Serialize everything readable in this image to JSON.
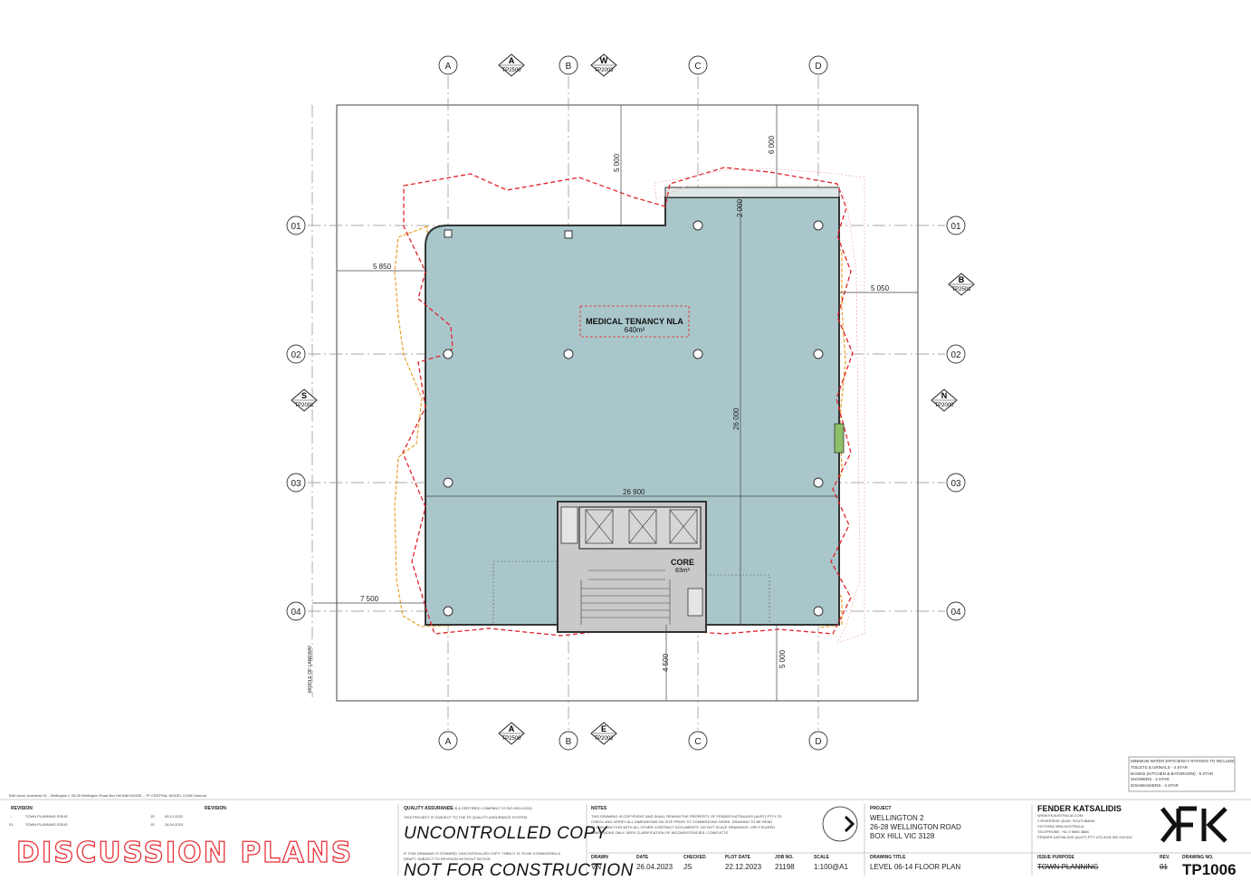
{
  "grid": {
    "columns": [
      "A",
      "B",
      "C",
      "D"
    ],
    "rows": [
      "01",
      "02",
      "03",
      "04"
    ]
  },
  "section_markers": [
    {
      "letter": "A",
      "ref": "TP2500"
    },
    {
      "letter": "W",
      "ref": "TP2003"
    },
    {
      "letter": "B",
      "ref": "TP2501"
    },
    {
      "letter": "S",
      "ref": "TP2001"
    },
    {
      "letter": "N",
      "ref": "TP2000"
    },
    {
      "letter": "A",
      "ref": "TP2500"
    },
    {
      "letter": "E",
      "ref": "TP2002"
    }
  ],
  "dimensions": {
    "d_5850": "5 850",
    "d_5050": "5 050",
    "d_7500": "7 500",
    "d_26900": "26 900",
    "d_26000": "26 000",
    "d_5000_top": "5 000",
    "d_6000": "6 000",
    "d_2000": "2 000",
    "d_4500": "4 500",
    "d_5000_bottom": "5 000"
  },
  "labels": {
    "tenancy_name": "MEDICAL TENANCY NLA",
    "tenancy_area": "640m²",
    "core_name": "CORE",
    "core_area": "83m²",
    "middle_laneway": "MIDDLE OF LANEWAY"
  },
  "water_note": [
    "MINIMUM WATER EFFICIENCY RATINGS TO INCLUDE:",
    "TOILETS & URINALS - 4 STAR",
    "BASINS (KITCHEN & BATHROOM) - 5 STAR",
    "SHOWERS - 4 STAR",
    "DISHWASHERS - 4 STAR"
  ],
  "title_block": {
    "file_path": "BIM cloud: Autodesk 01 - Wellington 2 26-28 Wellington Road Box Hill BIM MODEL - TP CENTRAL MODEL 21198 General",
    "revision_header": "REVISION",
    "revision_header2": "REVISION",
    "revisions": [
      {
        "rev": "-",
        "desc": "TOWN PLANNING ISSUE",
        "by": "JS",
        "date": "09.12.2022"
      },
      {
        "rev": "01",
        "desc": "TOWN PLANNING ISSUE",
        "by": "JS",
        "date": "26.04.2023"
      }
    ],
    "discussion": "DISCUSSION PLANS",
    "qa_header": "QUALITY ASSURANCE",
    "qa_line1": "(FK IS A CERTIFIED COMPANY TO ISO 9001:2015)",
    "qa_line2": "THIS PROJECT IS SUBJECT TO THE FK QUALITY ASSURANCE SYSTEM",
    "uncontrolled": "UNCONTROLLED COPY",
    "stamp_note1": "IF THIS DRAWING IS STAMPED 'UNCONTROLLED COPY' THEN IT IS TO BE CONSIDERED A",
    "stamp_note2": "DRAFT, SUBJECT TO REVISION WITHOUT NOTICE",
    "not_for_construction": "NOT FOR CONSTRUCTION",
    "notes_header": "NOTES",
    "notes": [
      "THIS DRAWING IS COPYRIGHT AND SHALL REMAIN THE PROPERTY OF FENDER KATSALIDIS (AUST) PTY LTD",
      "CHECK AND VERIFY ALL DIMENSIONS ON SITE PRIOR TO COMMENCING WORK. DRAWING TO BE READ",
      "IN CONJUNCTION WITH ALL OTHER CONTRACT DOCUMENTS. DO NOT SCALE DRAWINGS. USE FIGURED",
      "DIMENSIONS ONLY. SEEK CLARIFICATION OF INCONSISTENCIES / CONFLICTS"
    ],
    "project_header": "PROJECT",
    "project": [
      "WELLINGTON 2",
      "26-28 WELLINGTON ROAD",
      "BOX HILL VIC 3128"
    ],
    "firm": "FENDER KATSALIDIS",
    "firm_details": [
      "WWW.FKAUSTRALIA.COM",
      "2 RIVERSIDE QUAY, SOUTHBANK",
      "VICTORIA 3006 AUSTRALIA",
      "TELEPHONE: +61 3 9696 3888",
      "FENDER KATSALIDIS (AUST) PTY LTD ACN 092 943 032"
    ],
    "fields": {
      "drawn_label": "DRAWN",
      "drawn": "VN",
      "date_label": "DATE",
      "date": "26.04.2023",
      "checked_label": "CHECKED",
      "checked": "JS",
      "plot_label": "PLOT DATE",
      "plot": "22.12.2023",
      "job_label": "JOB NO.",
      "job": "21198",
      "scale_label": "SCALE",
      "scale": "1:100@A1",
      "title_label": "DRAWING TITLE",
      "title": "LEVEL 06-14 FLOOR PLAN",
      "issue_label": "ISSUE PURPOSE",
      "issue": "TOWN PLANNING",
      "rev_label": "REV.",
      "rev": "01",
      "dwg_label": "DRAWING NO.",
      "dwg": "TP1006"
    }
  },
  "colors": {
    "floor_fill": "#a9c7cb",
    "boundary_red": "#e0242b",
    "setback_orange": "#e9a12e",
    "grid_line": "#999999",
    "discussion_red": "#e8333a"
  }
}
